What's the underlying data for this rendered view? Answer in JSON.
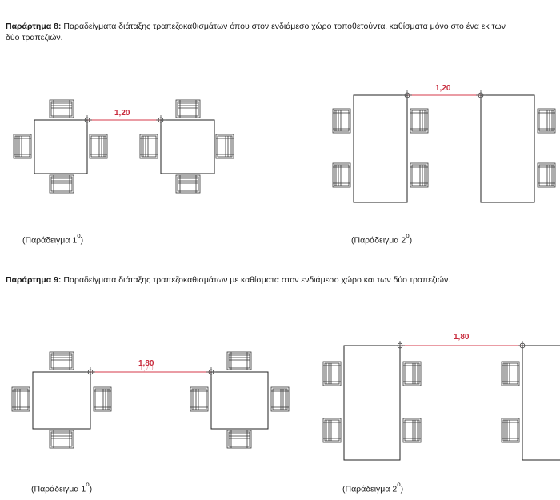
{
  "annex8": {
    "title": "Παράρτημα 8:",
    "text": " Παραδείγματα διάταξης τραπεζοκαθισμάτων όπου στον ενδιάμεσο χώρο τοποθετούνται καθίσματα μόνο στο ένα εκ των δύο τραπεζιών.",
    "example1": {
      "label": "(Παράδειγμα 1",
      "sup": "ο",
      "close": ")",
      "dimension": "1,20"
    },
    "example2": {
      "label": "(Παράδειγμα 2",
      "sup": "ο",
      "close": ")",
      "dimension": "1,20"
    }
  },
  "annex9": {
    "title": "Παράρτημα 9:",
    "text": " Παραδείγματα διάταξης τραπεζοκαθισμάτων με καθίσματα στον ενδιάμεσο χώρο και των δύο τραπεζιών.",
    "example1": {
      "label": "(Παράδειγμα 1",
      "sup": "ο",
      "close": ")",
      "dimension": "1,80",
      "ghost_dimension": "1,70"
    },
    "example2": {
      "label": "(Παράδειγμα 2",
      "sup": "ο",
      "close": ")",
      "dimension": "1,80"
    }
  },
  "colors": {
    "dimension": "#c8293b",
    "lines": "#222222"
  }
}
